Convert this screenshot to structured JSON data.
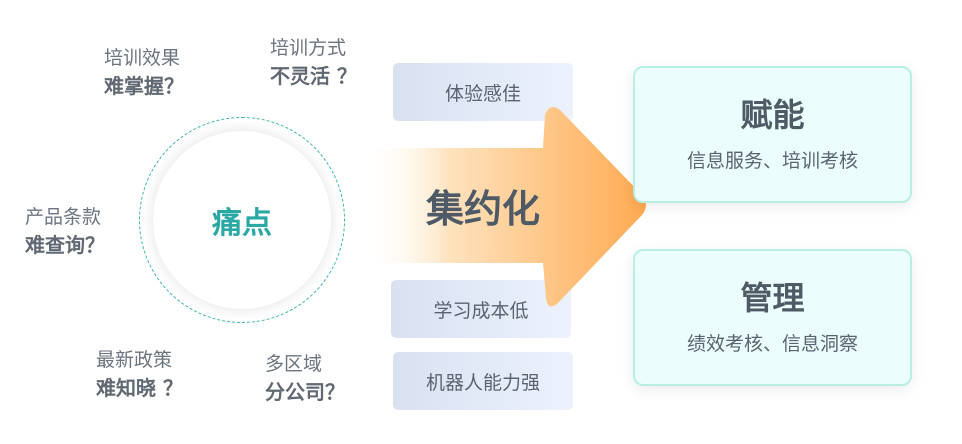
{
  "pain_points": [
    {
      "line1": "培训效果",
      "line2": "难掌握？"
    },
    {
      "line1": "培训方式",
      "line2": "不灵活 ？"
    },
    {
      "line1": "产品条款",
      "line2": "难查询？"
    },
    {
      "line1": "最新政策",
      "line2": "难知晓 ？"
    },
    {
      "line1": "多区域",
      "line2": "分公司？"
    }
  ],
  "center_label": "痛点",
  "features": [
    "体验感佳",
    "学习成本低",
    "机器人能力强"
  ],
  "arrow_label": "集约化",
  "cards": [
    {
      "title": "赋能",
      "subtitle": "信息服务、培训考核"
    },
    {
      "title": "管理",
      "subtitle": "绩效考核、信息洞察"
    }
  ],
  "colors": {
    "teal": "#2aa8a4",
    "orange": "#ffac55",
    "card_bg": "#ebfdfc",
    "text": "#6b7480"
  }
}
